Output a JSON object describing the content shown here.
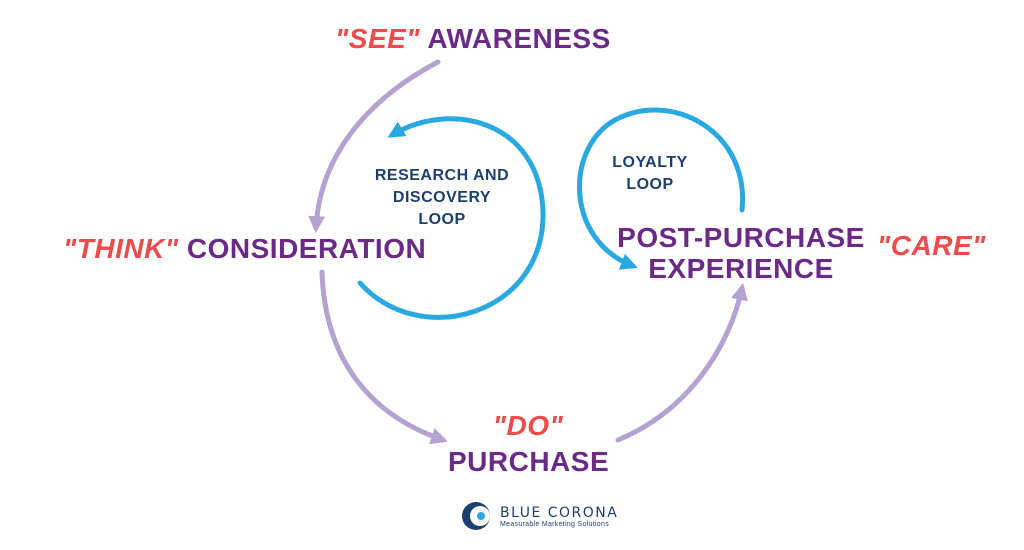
{
  "colors": {
    "quote_red": "#ef4b4b",
    "stage_purple": "#6a2a86",
    "loop_navy": "#1d3f6c",
    "loop_blue": "#2aa9e0",
    "arc_lavender": "#b4a2d0"
  },
  "stages": {
    "awareness": {
      "quote": "\"SEE\"",
      "label": "AWARENESS"
    },
    "consideration": {
      "quote": "\"THINK\"",
      "label": "CONSIDERATION"
    },
    "purchase": {
      "quote": "\"DO\"",
      "label": "PURCHASE"
    },
    "post_purchase": {
      "quote": "\"CARE\"",
      "line1": "POST-PURCHASE",
      "line2": "EXPERIENCE"
    }
  },
  "loops": {
    "research": {
      "line1": "RESEARCH AND",
      "line2": "DISCOVERY",
      "line3": "LOOP"
    },
    "loyalty": {
      "line1": "LOYALTY",
      "line2": "LOOP"
    }
  },
  "brand": {
    "name": "BLUE CORONA",
    "tagline": "Measurable Marketing Solutions",
    "icon": "crescent-logo-icon"
  }
}
